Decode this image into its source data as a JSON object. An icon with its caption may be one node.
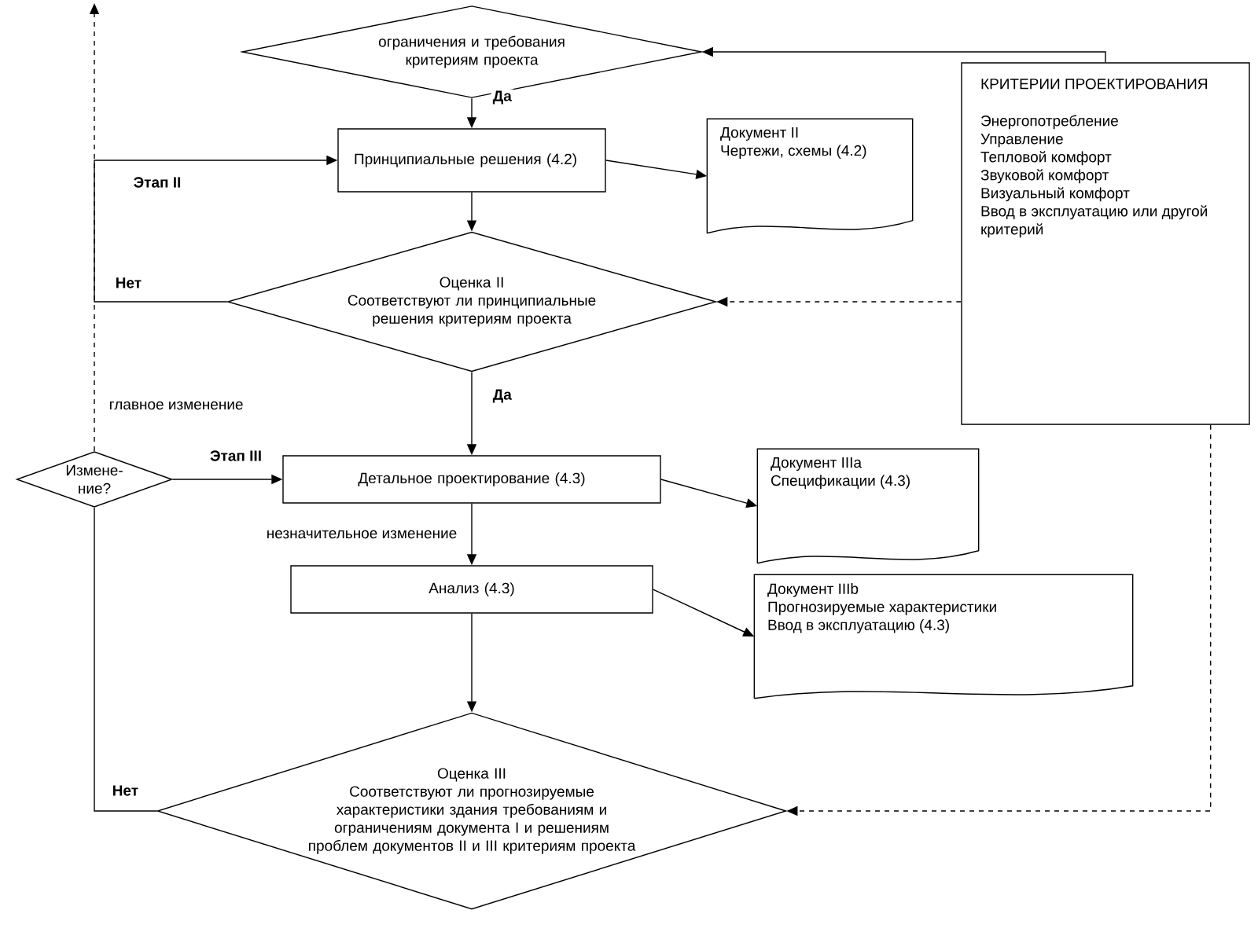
{
  "diagram": {
    "nodes": [
      {
        "text": [
          "ограничения и требования критериям проекта"
        ]
      },
      {
        "text": [
          "Принципиальные решения (4.2)"
        ]
      },
      {
        "text": [
          "Документ II",
          "Чертежи, схемы (4.2)"
        ]
      },
      {
        "text": [
          "КРИТЕРИИ ПРОЕКТИРОВАНИЯ",
          "Энергопотребление",
          "Управление",
          "Тепловой комфорт",
          "Звуковой комфорт",
          "Визуальный комфорт",
          "Ввод в эксплуатацию или другой критерий"
        ]
      },
      {
        "text": [
          "Оценка II",
          "Соответствуют ли принципиальные решения критериям проекта"
        ]
      },
      {
        "text": [
          "Измене- ние?"
        ]
      },
      {
        "text": [
          "Детальное проектирование (4.3)"
        ]
      },
      {
        "text": [
          "Документ IIIa",
          "Спецификации (4.3)"
        ]
      },
      {
        "text": [
          "Анализ (4.3)"
        ]
      },
      {
        "text": [
          "Документ IIIb",
          "Прогнозируемые характеристики",
          "Ввод в эксплуатацию (4.3)"
        ]
      },
      {
        "text": [
          "Оценка III",
          "Соответствуют ли прогнозируемые характеристики здания требованиям и ограничениям документа I и решениям проблем документов II и III критериям проекта"
        ]
      }
    ],
    "edges": [
      {
        "from": 0,
        "to": 1,
        "arrow": "to",
        "label": "Да"
      },
      {
        "from": 1,
        "to": 2,
        "arrow": "to"
      },
      {
        "from": 4,
        "to": 1,
        "arrow": "to",
        "label": "Нет"
      },
      {
        "from": 1,
        "to": 4,
        "arrow": "to"
      },
      {
        "from": 3,
        "to": 0,
        "arrow": "to"
      },
      {
        "from": 3,
        "to": 4,
        "arrow": "to",
        "style": "dashed"
      },
      {
        "from": 4,
        "to": 6,
        "arrow": "to",
        "label": "Да"
      },
      {
        "from": 5,
        "to": null,
        "arrow": "to",
        "style": "dashed",
        "label": "главное изменение"
      },
      {
        "from": 5,
        "to": 6,
        "arrow": "to"
      },
      {
        "from": 6,
        "to": 7,
        "arrow": "to"
      },
      {
        "from": 6,
        "to": 8,
        "arrow": "to",
        "label": "незначительное изменение"
      },
      {
        "from": 8,
        "to": 9,
        "arrow": "to"
      },
      {
        "from": 8,
        "to": 10,
        "arrow": "to"
      },
      {
        "from": 3,
        "to": 10,
        "arrow": "to",
        "style": "dashed"
      },
      {
        "from": 10,
        "to": 5,
        "arrow": "none",
        "label": "Нет"
      }
    ],
    "labels": [
      "Этап II",
      "Этап III"
    ]
  }
}
